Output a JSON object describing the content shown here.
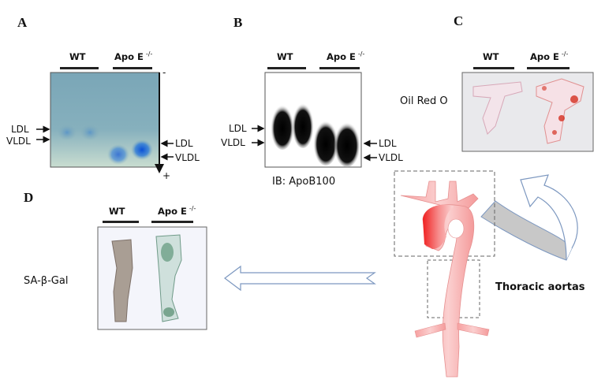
{
  "panels": {
    "a": {
      "letter": "A",
      "group_wt": "WT",
      "group_apoe": "Apo E",
      "group_apoe_sup": "-/-",
      "left_ldl": "LDL",
      "left_vldl": "VLDL",
      "right_ldl": "LDL",
      "right_vldl": "VLDL",
      "pole_negative": "-",
      "pole_positive": "+"
    },
    "b": {
      "letter": "B",
      "group_wt": "WT",
      "group_apoe": "Apo E",
      "group_apoe_sup": "-/-",
      "left_ldl": "LDL",
      "left_vldl": "VLDL",
      "right_ldl": "LDL",
      "right_vldl": "VLDL",
      "caption": "IB: ApoB100"
    },
    "c": {
      "letter": "C",
      "group_wt": "WT",
      "group_apoe": "Apo E",
      "group_apoe_sup": "-/-",
      "stain": "Oil Red O"
    },
    "d": {
      "letter": "D",
      "group_wt": "WT",
      "group_apoe": "Apo E",
      "group_apoe_sup": "-/-",
      "stain": "SA-β-Gal"
    }
  },
  "aorta": {
    "label": "Thoracic aortas"
  },
  "colors": {
    "gel_bg": "#7fa9b8",
    "lipid_band": "#1a5fd0",
    "aorta": "#f05a5a",
    "arrow_outline": "#8aa4c8",
    "arrow_fill": "#c8c8c8"
  }
}
